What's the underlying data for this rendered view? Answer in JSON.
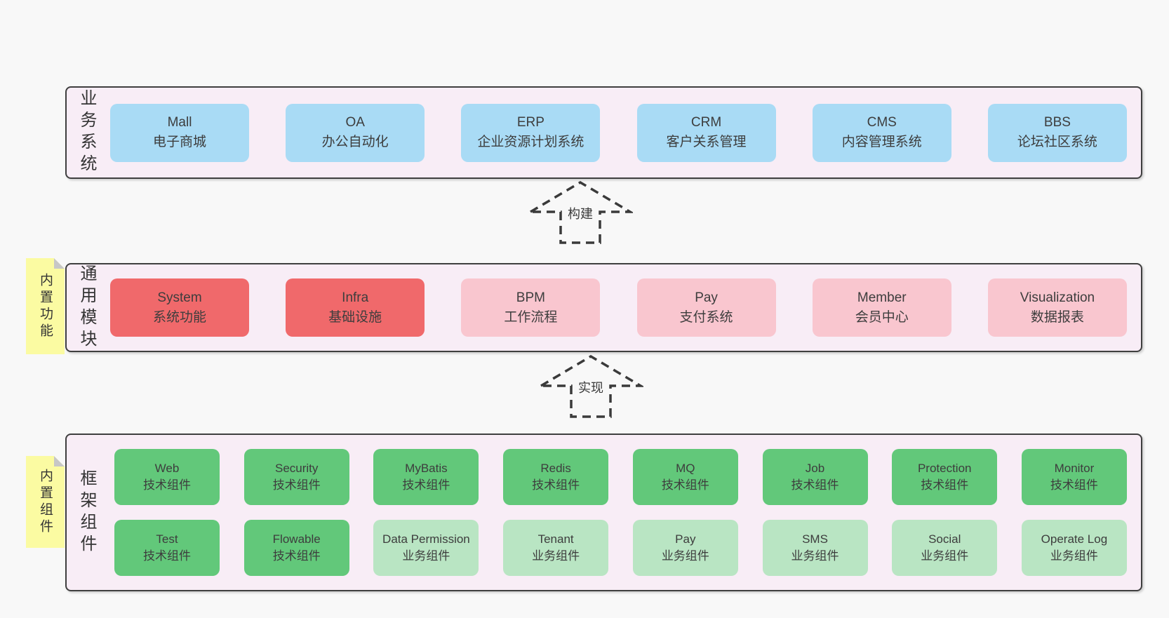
{
  "colors": {
    "page_bg": "#f8f8f8",
    "band_bg": "#f8edf6",
    "band_border": "#3f3f3f",
    "blue_box": "#a9dbf5",
    "red_box": "#f0696b",
    "pink_box": "#f9c6cf",
    "green_box": "#62c87a",
    "light_green_box": "#b9e5c3",
    "sticky_bg": "#fbfba2",
    "fold": "#c7c7c7",
    "text": "#3d3d3d"
  },
  "bands": {
    "business": {
      "label": "业务系统",
      "items": [
        {
          "name": "Mall",
          "desc": "电子商城",
          "variant": "blue"
        },
        {
          "name": "OA",
          "desc": "办公自动化",
          "variant": "blue"
        },
        {
          "name": "ERP",
          "desc": "企业资源计划系统",
          "variant": "blue"
        },
        {
          "name": "CRM",
          "desc": "客户关系管理",
          "variant": "blue"
        },
        {
          "name": "CMS",
          "desc": "内容管理系统",
          "variant": "blue"
        },
        {
          "name": "BBS",
          "desc": "论坛社区系统",
          "variant": "blue"
        }
      ]
    },
    "modules": {
      "label": "通用模块",
      "sticky": "内置功能",
      "items": [
        {
          "name": "System",
          "desc": "系统功能",
          "variant": "red"
        },
        {
          "name": "Infra",
          "desc": "基础设施",
          "variant": "red"
        },
        {
          "name": "BPM",
          "desc": "工作流程",
          "variant": "pink"
        },
        {
          "name": "Pay",
          "desc": "支付系统",
          "variant": "pink"
        },
        {
          "name": "Member",
          "desc": "会员中心",
          "variant": "pink"
        },
        {
          "name": "Visualization",
          "desc": "数据报表",
          "variant": "pink"
        }
      ]
    },
    "components": {
      "label": "框架组件",
      "sticky": "内置组件",
      "row1": [
        {
          "name": "Web",
          "desc": "技术组件",
          "variant": "green"
        },
        {
          "name": "Security",
          "desc": "技术组件",
          "variant": "green"
        },
        {
          "name": "MyBatis",
          "desc": "技术组件",
          "variant": "green"
        },
        {
          "name": "Redis",
          "desc": "技术组件",
          "variant": "green"
        },
        {
          "name": "MQ",
          "desc": "技术组件",
          "variant": "green"
        },
        {
          "name": "Job",
          "desc": "技术组件",
          "variant": "green"
        },
        {
          "name": "Protection",
          "desc": "技术组件",
          "variant": "green"
        },
        {
          "name": "Monitor",
          "desc": "技术组件",
          "variant": "green"
        }
      ],
      "row2": [
        {
          "name": "Test",
          "desc": "技术组件",
          "variant": "green"
        },
        {
          "name": "Flowable",
          "desc": "技术组件",
          "variant": "green"
        },
        {
          "name": "Data Permission",
          "desc": "业务组件",
          "variant": "lightgreen"
        },
        {
          "name": "Tenant",
          "desc": "业务组件",
          "variant": "lightgreen"
        },
        {
          "name": "Pay",
          "desc": "业务组件",
          "variant": "lightgreen"
        },
        {
          "name": "SMS",
          "desc": "业务组件",
          "variant": "lightgreen"
        },
        {
          "name": "Social",
          "desc": "业务组件",
          "variant": "lightgreen"
        },
        {
          "name": "Operate Log",
          "desc": "业务组件",
          "variant": "lightgreen"
        }
      ]
    }
  },
  "arrows": [
    {
      "label": "构建"
    },
    {
      "label": "实现"
    }
  ]
}
